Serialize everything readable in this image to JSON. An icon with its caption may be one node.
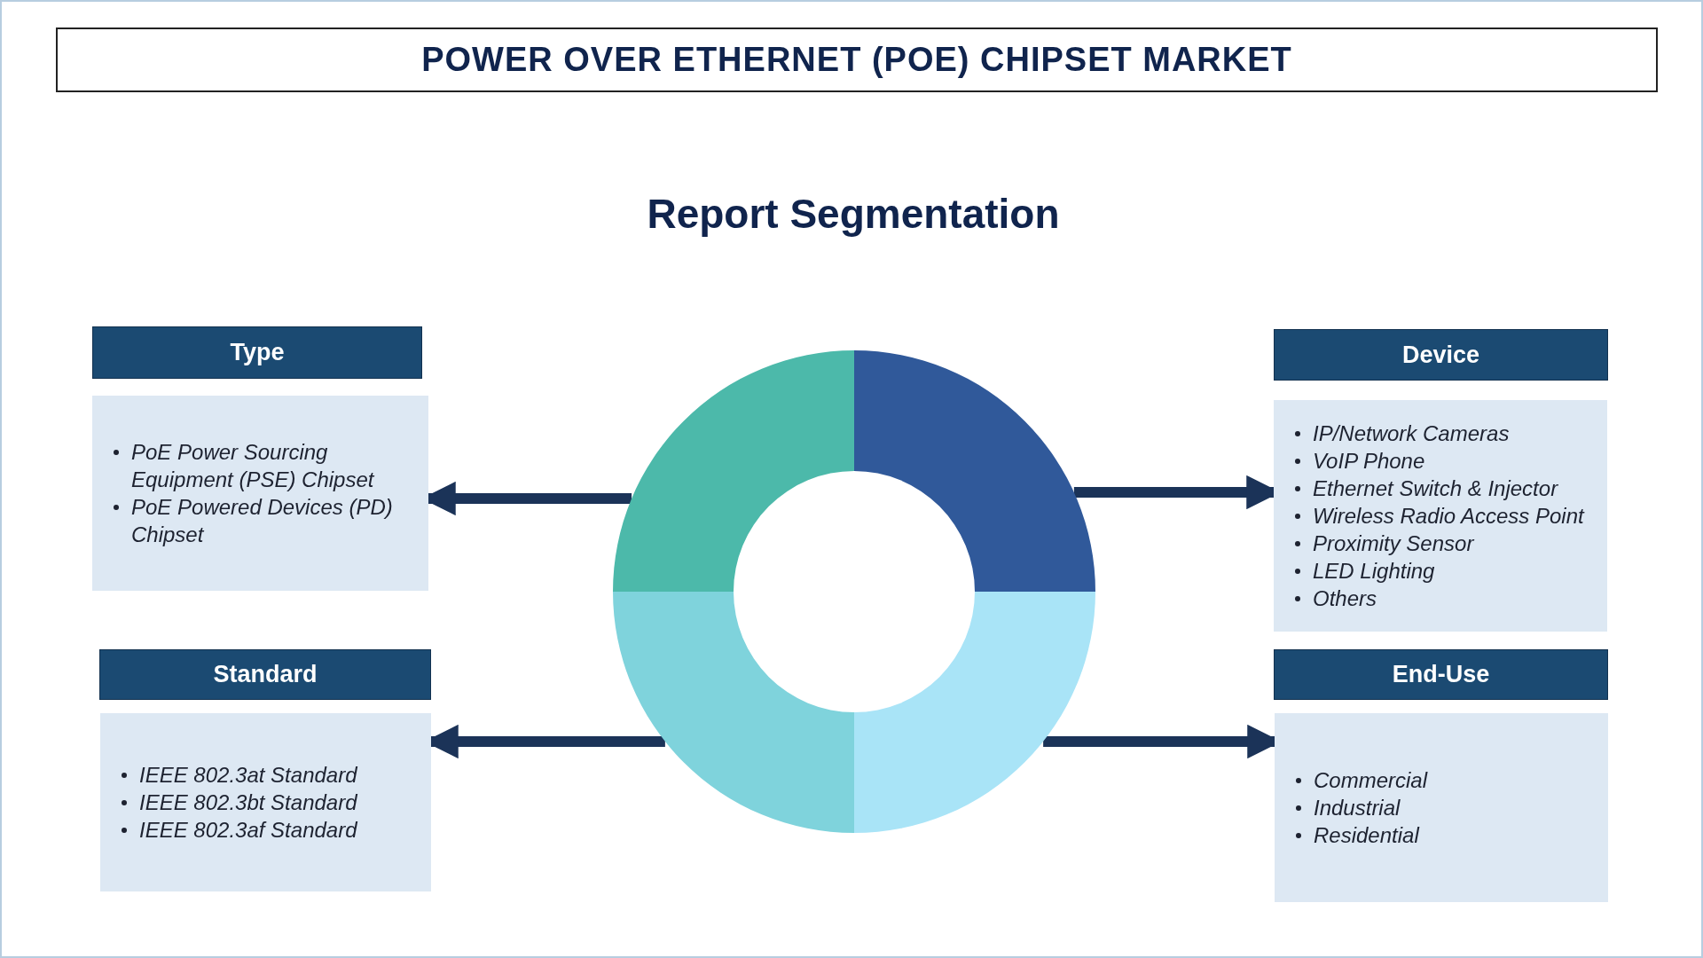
{
  "diagram": {
    "title": "POWER OVER ETHERNET (POE) CHIPSET MARKET",
    "nodes": [
      {
        "text": [
          "Type"
        ]
      },
      {
        "text": [
          "PoE Power Sourcing Equipment (PSE) Chipset",
          "PoE Powered Devices (PD) Chipset"
        ]
      },
      {
        "text": [
          "Standard"
        ]
      },
      {
        "text": [
          "IEEE 802.3at Standard",
          "IEEE 802.3bt Standard",
          "IEEE 802.3af Standard"
        ]
      },
      {
        "text": [
          "Device"
        ]
      },
      {
        "text": [
          "IP/Network Cameras",
          "VoIP Phone",
          "Ethernet Switch & Injector",
          "Wireless Radio Access Point",
          "Proximity Sensor",
          "LED Lighting",
          "Others"
        ]
      },
      {
        "text": [
          "End-Use"
        ]
      },
      {
        "text": [
          "Commercial",
          "Industrial",
          "Residential"
        ]
      },
      {
        "text": [],
        "shape": "circle"
      }
    ],
    "edges": [
      {
        "from": 8,
        "to": 1,
        "arrow": "to"
      },
      {
        "from": 8,
        "to": 3,
        "arrow": "to"
      },
      {
        "from": 8,
        "to": 5,
        "arrow": "to"
      },
      {
        "from": 8,
        "to": 7,
        "arrow": "to"
      }
    ],
    "labels": [
      "Report Segmentation"
    ]
  }
}
